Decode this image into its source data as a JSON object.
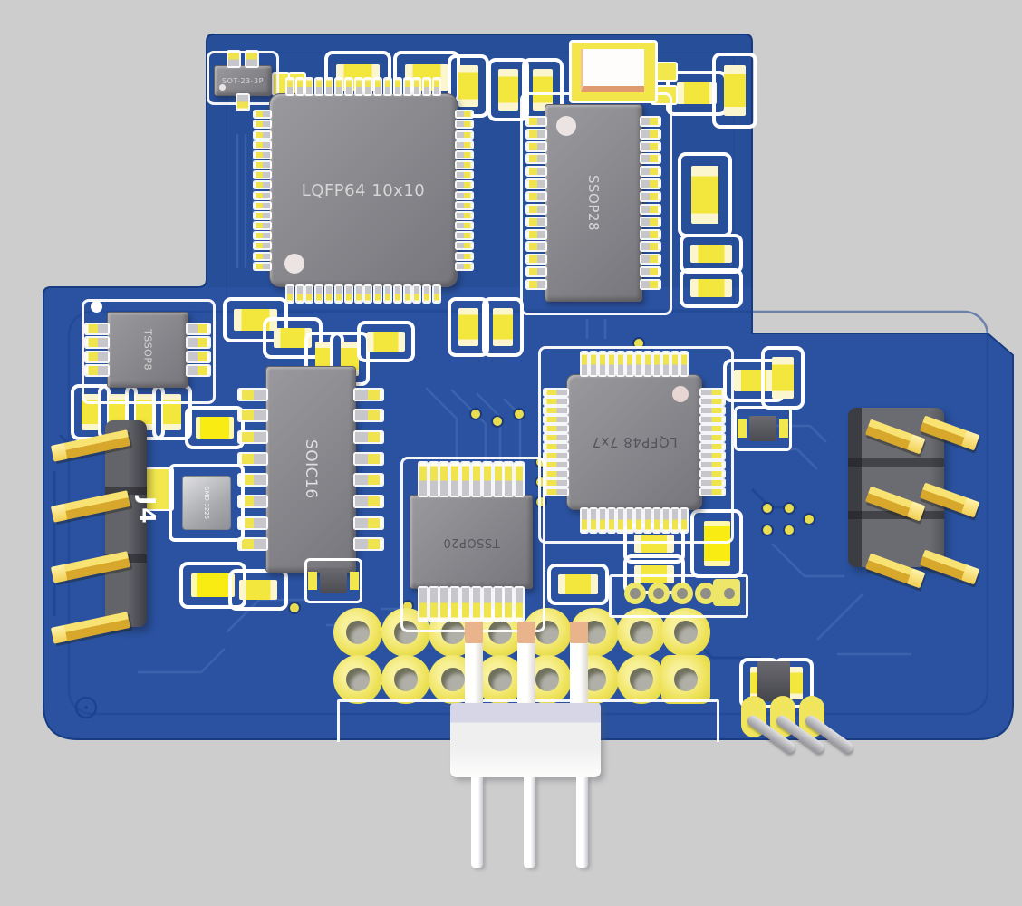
{
  "scene": {
    "background_color": "#cdcdcd",
    "board_color": "#2a52a0",
    "pad_color": "#f1e44c",
    "silkscreen_color": "#ffffff",
    "chip_color": "#8a8a8f",
    "gold_pin_color": "#e9c441"
  },
  "components": {
    "sot23": {
      "label": "SOT-23-3P"
    },
    "lqfp64": {
      "label": "LQFP64 10x10"
    },
    "ssop28": {
      "label": "SSOP28"
    },
    "tssop8": {
      "label": "TSSOP8"
    },
    "soic16": {
      "label": "SOIC16"
    },
    "lqfp48": {
      "label": "LQFP48 7x7"
    },
    "tssop20": {
      "label": "TSSOP20"
    },
    "crystal": {
      "label": "SMD-3225"
    },
    "j4": {
      "designator": "J4"
    }
  }
}
